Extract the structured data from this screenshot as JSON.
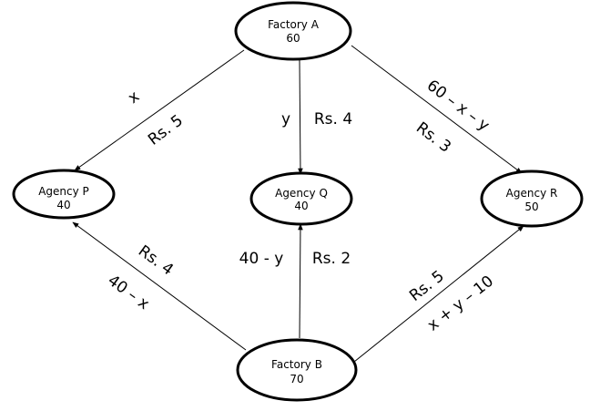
{
  "nodes": {
    "factory_a": {
      "name": "Factory A",
      "value": "60"
    },
    "factory_b": {
      "name": "Factory B",
      "value": "70"
    },
    "agency_p": {
      "name": "Agency P",
      "value": "40"
    },
    "agency_q": {
      "name": "Agency Q",
      "value": "40"
    },
    "agency_r": {
      "name": "Agency R",
      "value": "50"
    }
  },
  "edges": {
    "a_p": {
      "quantity": "x",
      "cost": "Rs. 5"
    },
    "a_q": {
      "quantity": "y",
      "cost": "Rs. 4"
    },
    "a_r": {
      "quantity": "60 – x – y",
      "cost": "Rs. 3"
    },
    "b_p": {
      "quantity": "40 – x",
      "cost": "Rs. 4"
    },
    "b_q": {
      "quantity": "40 - y",
      "cost": "Rs. 2"
    },
    "b_r": {
      "quantity": "x + y – 10",
      "cost": "Rs. 5"
    }
  }
}
